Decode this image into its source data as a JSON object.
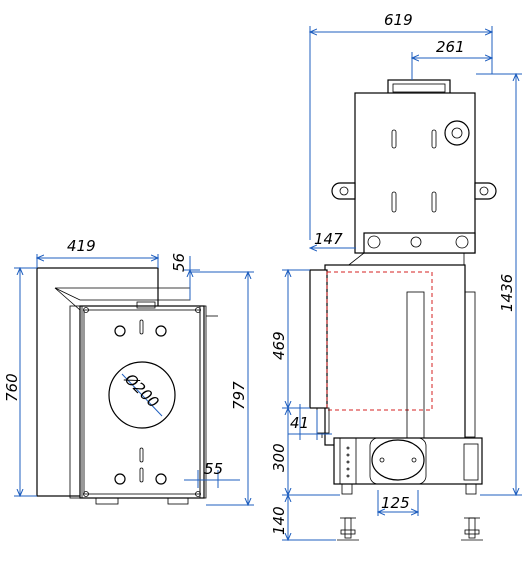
{
  "dimensions": {
    "front_width": "419",
    "front_top_offset": "56",
    "front_height_left": "760",
    "front_height_right": "797",
    "front_flue_diameter": "Ø200",
    "front_side_gap": "55",
    "side_total_width": "619",
    "side_flue_offset": "261",
    "side_total_height": "1436",
    "side_offset_147": "147",
    "side_door_height": "469",
    "side_lip": "41",
    "side_base_height": "300",
    "side_feet_height": "140",
    "side_foot_spacing": "125"
  },
  "colors": {
    "dimension_line": "#1f5fbf",
    "outline": "#000000",
    "hidden_line": "#d42020"
  }
}
